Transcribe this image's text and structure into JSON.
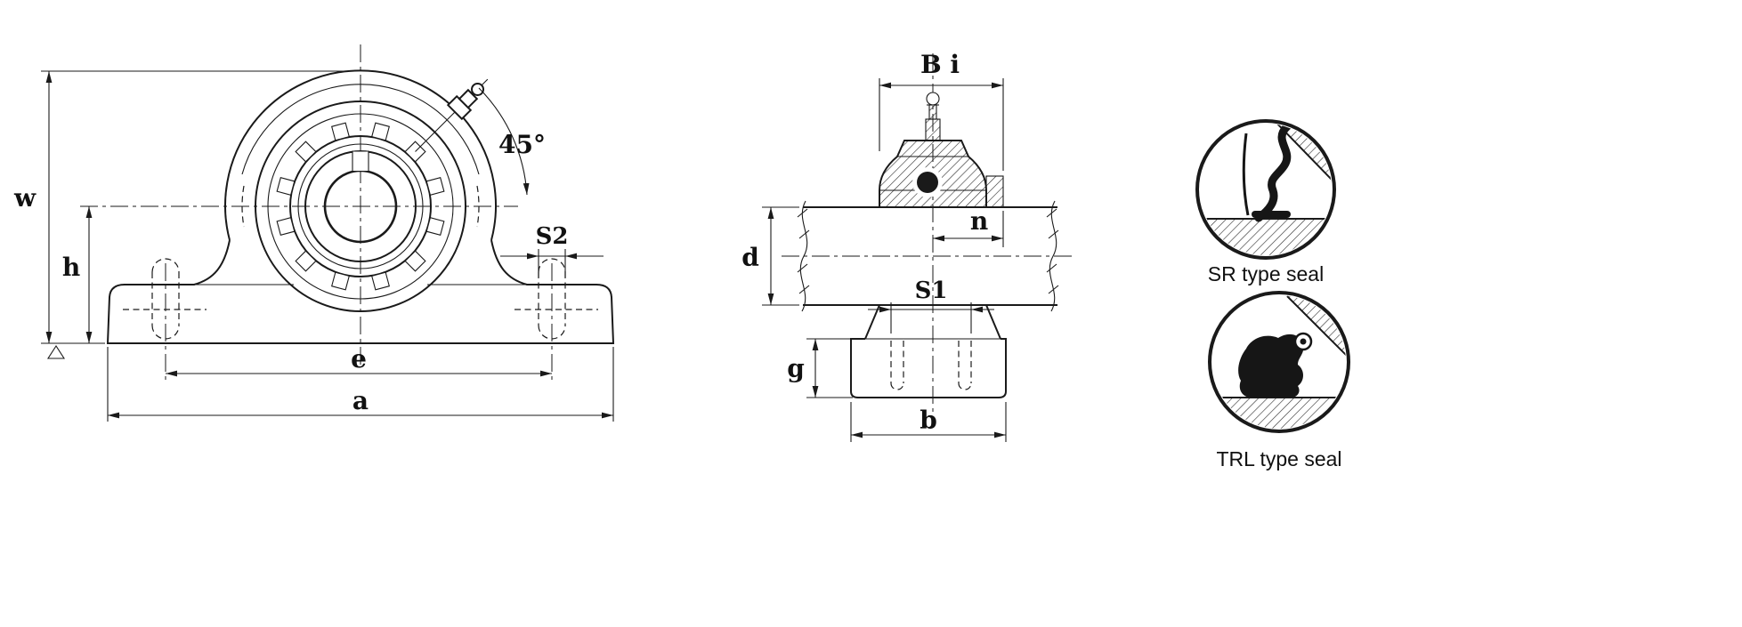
{
  "front_view": {
    "labels": {
      "w": "w",
      "h": "h",
      "s2": "S2",
      "e": "e",
      "a": "a",
      "angle": "45°"
    }
  },
  "side_view": {
    "labels": {
      "bi": "B i",
      "n": "n",
      "d": "d",
      "s1": "S1",
      "g": "g",
      "b": "b"
    }
  },
  "seal_details": {
    "sr_caption": "SR type seal",
    "trl_caption": "TRL type seal"
  }
}
